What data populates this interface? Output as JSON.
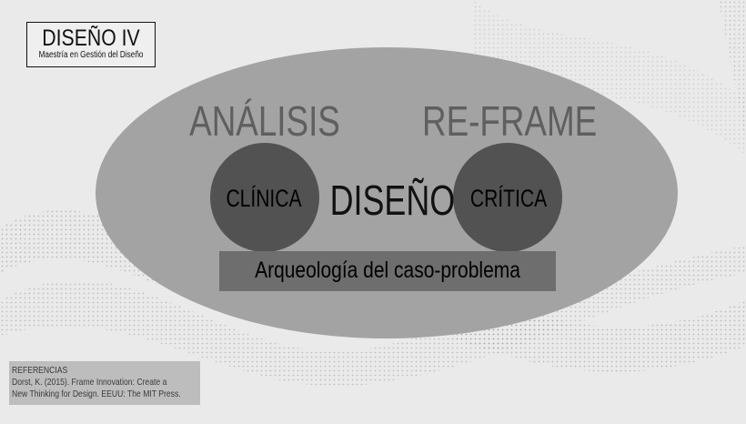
{
  "header": {
    "title": "DISEÑO IV",
    "subtitle": "Maestría en Gestión del Diseño"
  },
  "diagram": {
    "top_left_label": "ANÁLISIS",
    "top_right_label": "RE-FRAME",
    "center_label": "DISEÑO",
    "left_circle_label": "CLÍNICA",
    "right_circle_label": "CRÍTICA",
    "bottom_label": "Arqueología del caso-problema"
  },
  "references": {
    "heading": "REFERENCIAS",
    "line1": "Dorst, K. (2015). Frame Innovation: Create a",
    "line2": "New Thinking for Design. EEUU: The MIT Press."
  },
  "colors": {
    "background": "#eaeaea",
    "ellipse": "#a3a3a3",
    "circles": "#525252",
    "label_box": "#6e6e6e",
    "reference_box": "#bdbdbd"
  }
}
